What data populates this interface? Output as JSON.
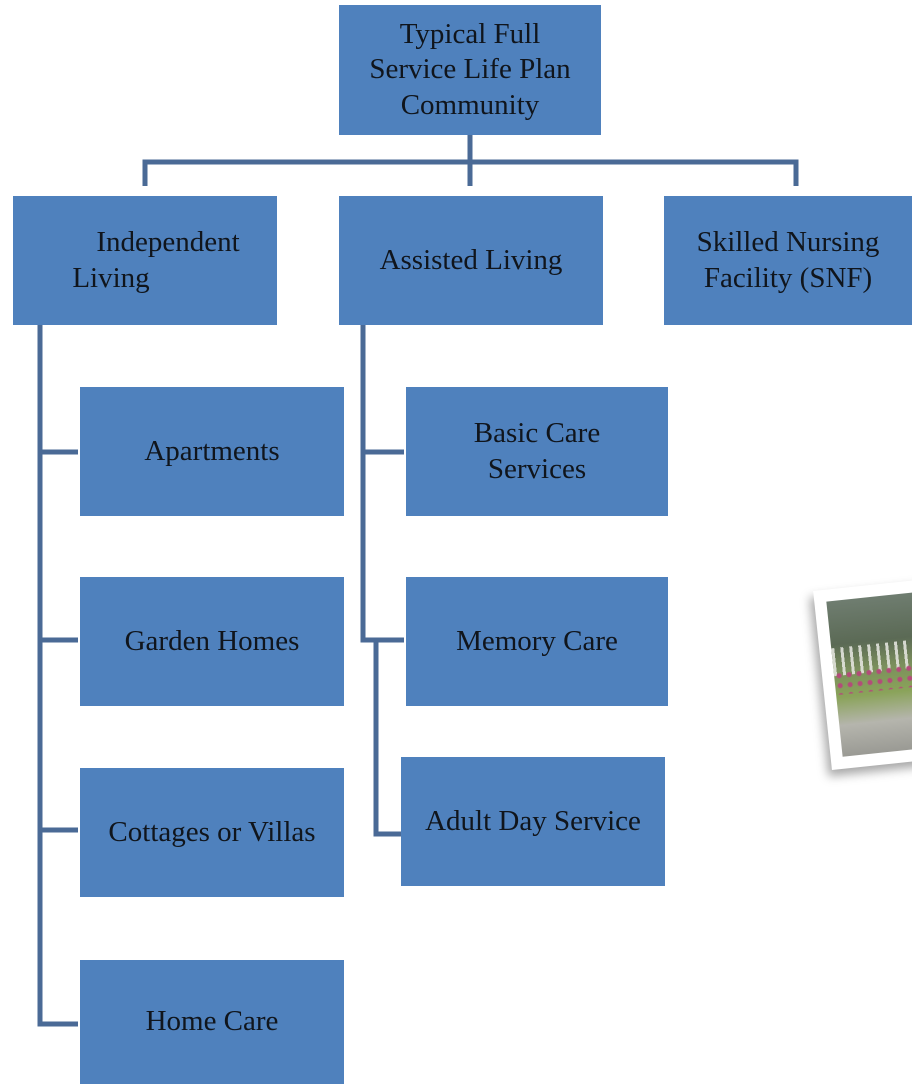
{
  "diagram": {
    "root": {
      "label_lines": [
        "Typical Full",
        "Service Life Plan",
        "Community"
      ]
    },
    "categories": [
      {
        "label_lines": [
          "Independent",
          "Living"
        ]
      },
      {
        "label_lines": [
          "Assisted Living"
        ]
      },
      {
        "label_lines": [
          "Skilled Nursing",
          "Facility (SNF)"
        ]
      }
    ],
    "independent_living_items": [
      {
        "label": "Apartments"
      },
      {
        "label": "Garden Homes"
      },
      {
        "label": "Cottages or Villas"
      },
      {
        "label": "Home Care"
      }
    ],
    "assisted_living_items": [
      {
        "label_lines": [
          "Basic Care",
          "Services"
        ]
      },
      {
        "label_lines": [
          "Memory Care"
        ]
      },
      {
        "label_lines": [
          "Adult Day Service"
        ]
      }
    ],
    "colors": {
      "box_fill": "#4f81bd",
      "connector": "#4a6a96",
      "text": "#10151c"
    }
  }
}
